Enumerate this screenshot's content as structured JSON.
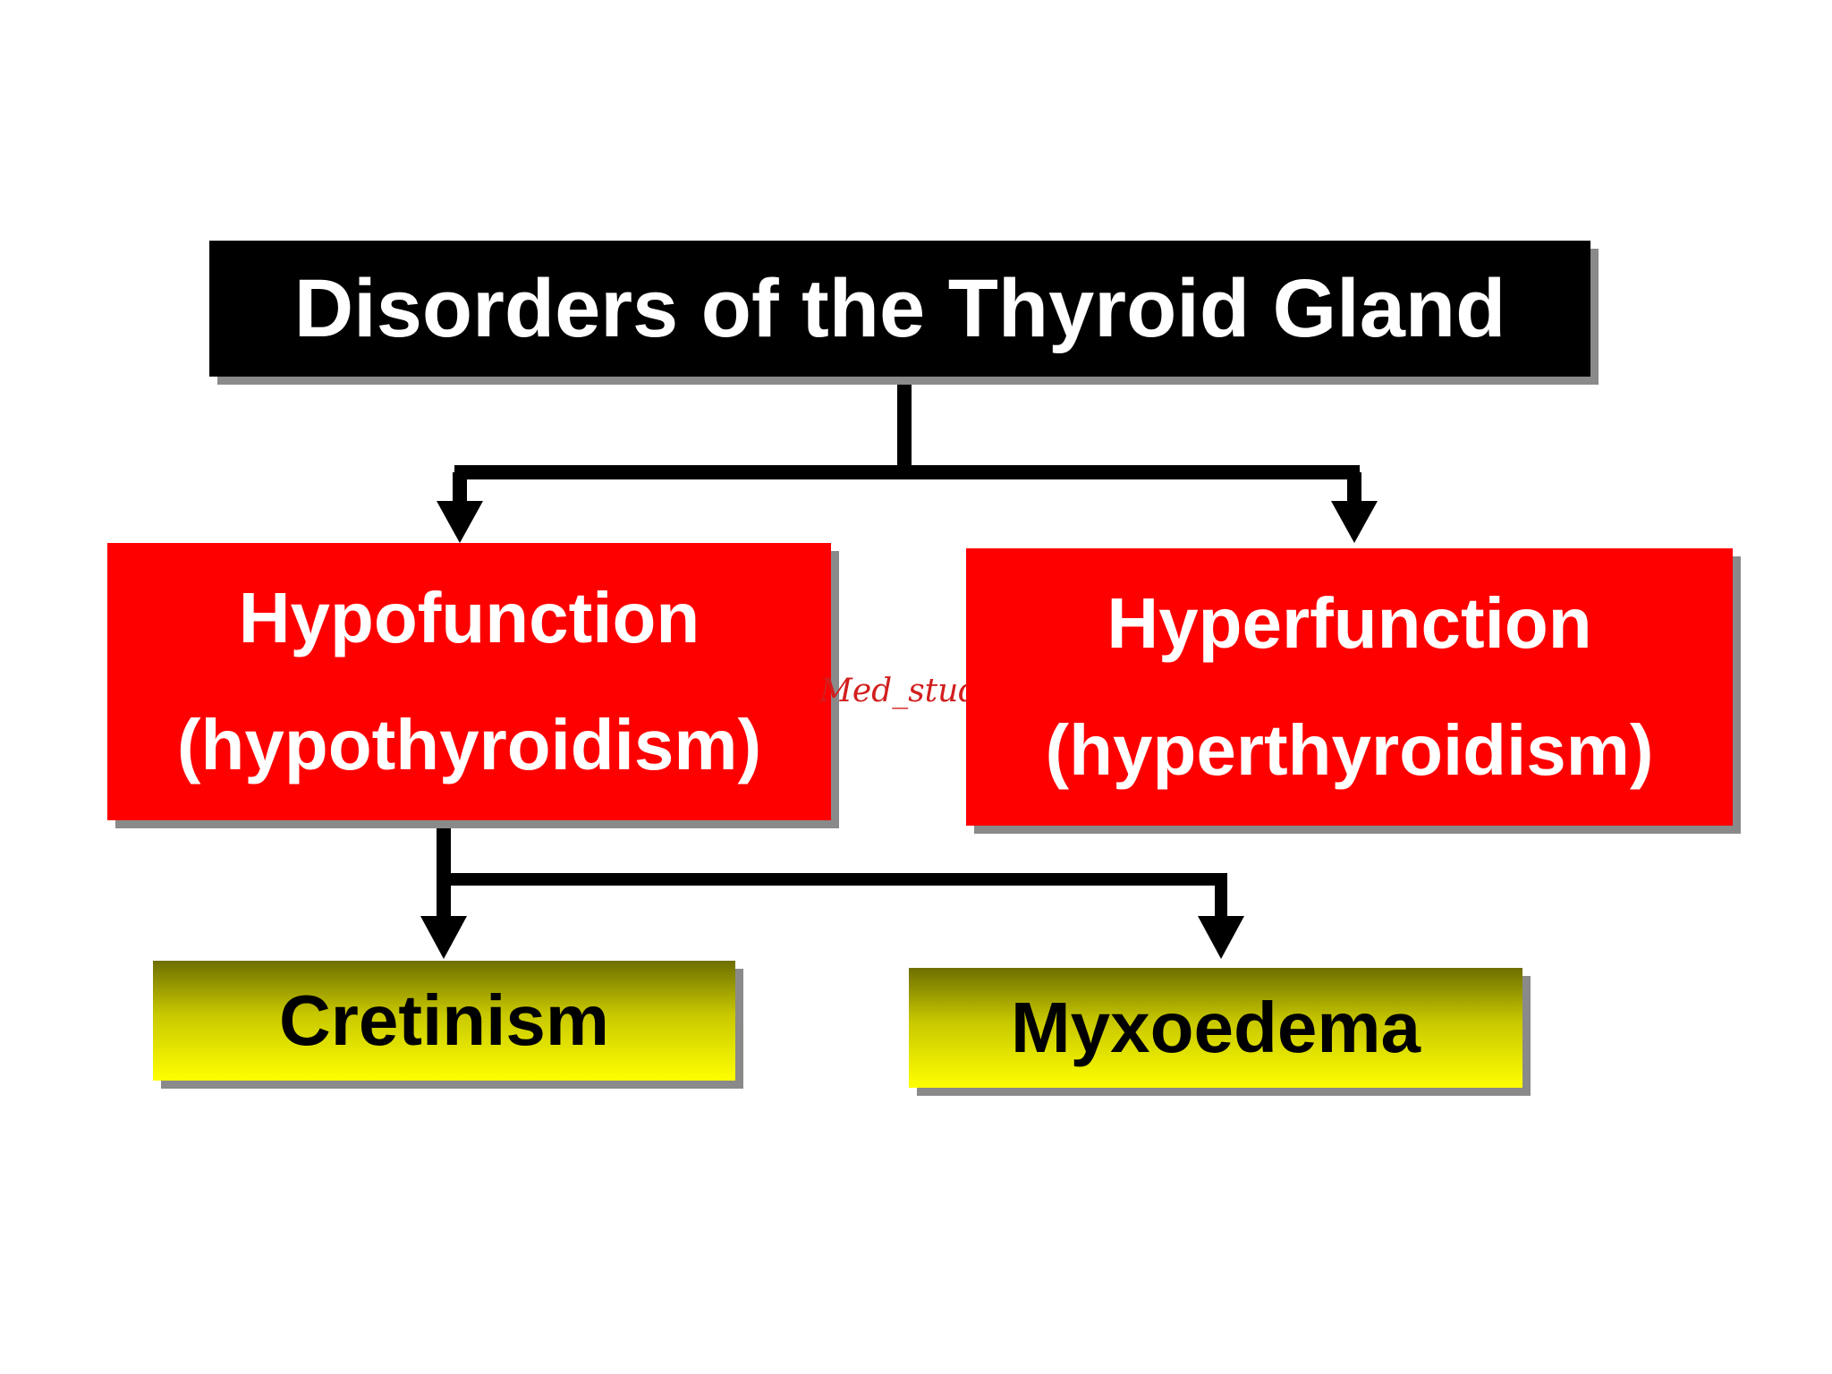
{
  "title": "Disorders of the Thyroid Gland",
  "nodes": {
    "hypofunction": {
      "label": "Hypofunction",
      "sublabel": "(hypothyroidism)"
    },
    "hyperfunction": {
      "label": "Hyperfunction",
      "sublabel": "(hyperthyroidism)"
    },
    "cretinism": {
      "label": "Cretinism"
    },
    "myxoedema": {
      "label": "Myxoedema"
    }
  },
  "edges": [
    {
      "from": "title",
      "to": "hypofunction"
    },
    {
      "from": "title",
      "to": "hyperfunction"
    },
    {
      "from": "hypofunction",
      "to": "cretinism"
    },
    {
      "from": "hypofunction",
      "to": "myxoedema"
    }
  ],
  "watermark": "Med_stude",
  "colors": {
    "title_bg": "#000000",
    "function_bg": "#ff0000",
    "sub_gradient_top": "#6e6e00",
    "sub_gradient_bottom": "#ffff00",
    "connector": "#000000",
    "shadow": "#8a8a8a"
  }
}
